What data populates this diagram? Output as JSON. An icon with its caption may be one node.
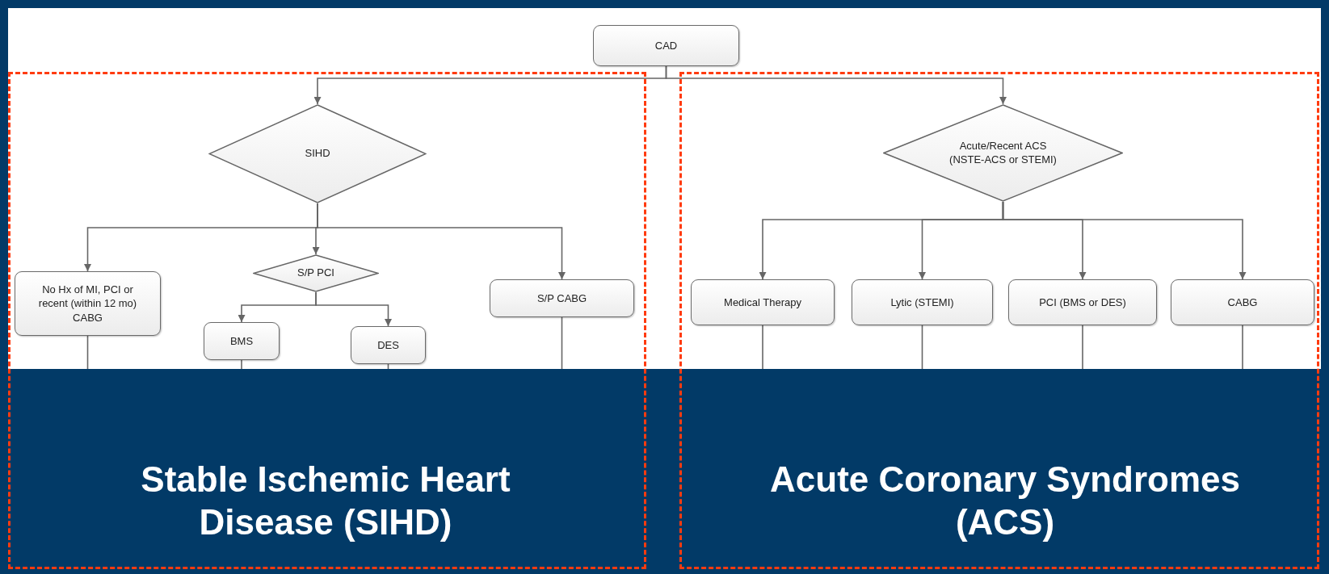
{
  "diagram": {
    "nodes": [
      {
        "text": [
          "CAD"
        ]
      },
      {
        "text": [
          "Stable Ischemic Heart Disease (SIHD)"
        ]
      },
      {
        "text": [
          "SIHD"
        ],
        "in": 1
      },
      {
        "text": [
          "No Hx of MI, PCI or recent (within 12 mo) CABG"
        ],
        "in": 1
      },
      {
        "text": [
          "S/P PCI"
        ],
        "in": 1
      },
      {
        "text": [
          "BMS"
        ],
        "in": 1
      },
      {
        "text": [
          "DES"
        ],
        "in": 1
      },
      {
        "text": [
          "S/P CABG"
        ],
        "in": 1
      },
      {
        "text": [
          "Acute Coronary Syndromes (ACS)"
        ]
      },
      {
        "text": [
          "Acute/Recent ACS (NSTE-ACS or STEMI)"
        ],
        "in": 8
      },
      {
        "text": [
          "Medical Therapy"
        ],
        "in": 8
      },
      {
        "text": [
          "Lytic (STEMI)"
        ],
        "in": 8
      },
      {
        "text": [
          "PCI (BMS or DES)"
        ],
        "in": 8
      },
      {
        "text": [
          "CABG"
        ],
        "in": 8
      }
    ],
    "edges": [
      {
        "from": 0,
        "to": 2,
        "arrow": "to"
      },
      {
        "from": 0,
        "to": 9,
        "arrow": "to"
      },
      {
        "from": 2,
        "to": 3,
        "arrow": "to"
      },
      {
        "from": 2,
        "to": 4,
        "arrow": "to"
      },
      {
        "from": 2,
        "to": 7,
        "arrow": "to"
      },
      {
        "from": 4,
        "to": 5,
        "arrow": "to"
      },
      {
        "from": 4,
        "to": 6,
        "arrow": "to"
      },
      {
        "from": 9,
        "to": 10,
        "arrow": "to"
      },
      {
        "from": 9,
        "to": 11,
        "arrow": "to"
      },
      {
        "from": 9,
        "to": 12,
        "arrow": "to"
      },
      {
        "from": 9,
        "to": 13,
        "arrow": "to"
      },
      {
        "from": 3,
        "to": null,
        "arrow": "none"
      },
      {
        "from": 5,
        "to": null,
        "arrow": "none"
      },
      {
        "from": 6,
        "to": null,
        "arrow": "none"
      },
      {
        "from": 7,
        "to": null,
        "arrow": "none"
      },
      {
        "from": 10,
        "to": null,
        "arrow": "none"
      },
      {
        "from": 11,
        "to": null,
        "arrow": "none"
      },
      {
        "from": 12,
        "to": null,
        "arrow": "none"
      },
      {
        "from": 13,
        "to": null,
        "arrow": "none"
      }
    ]
  }
}
